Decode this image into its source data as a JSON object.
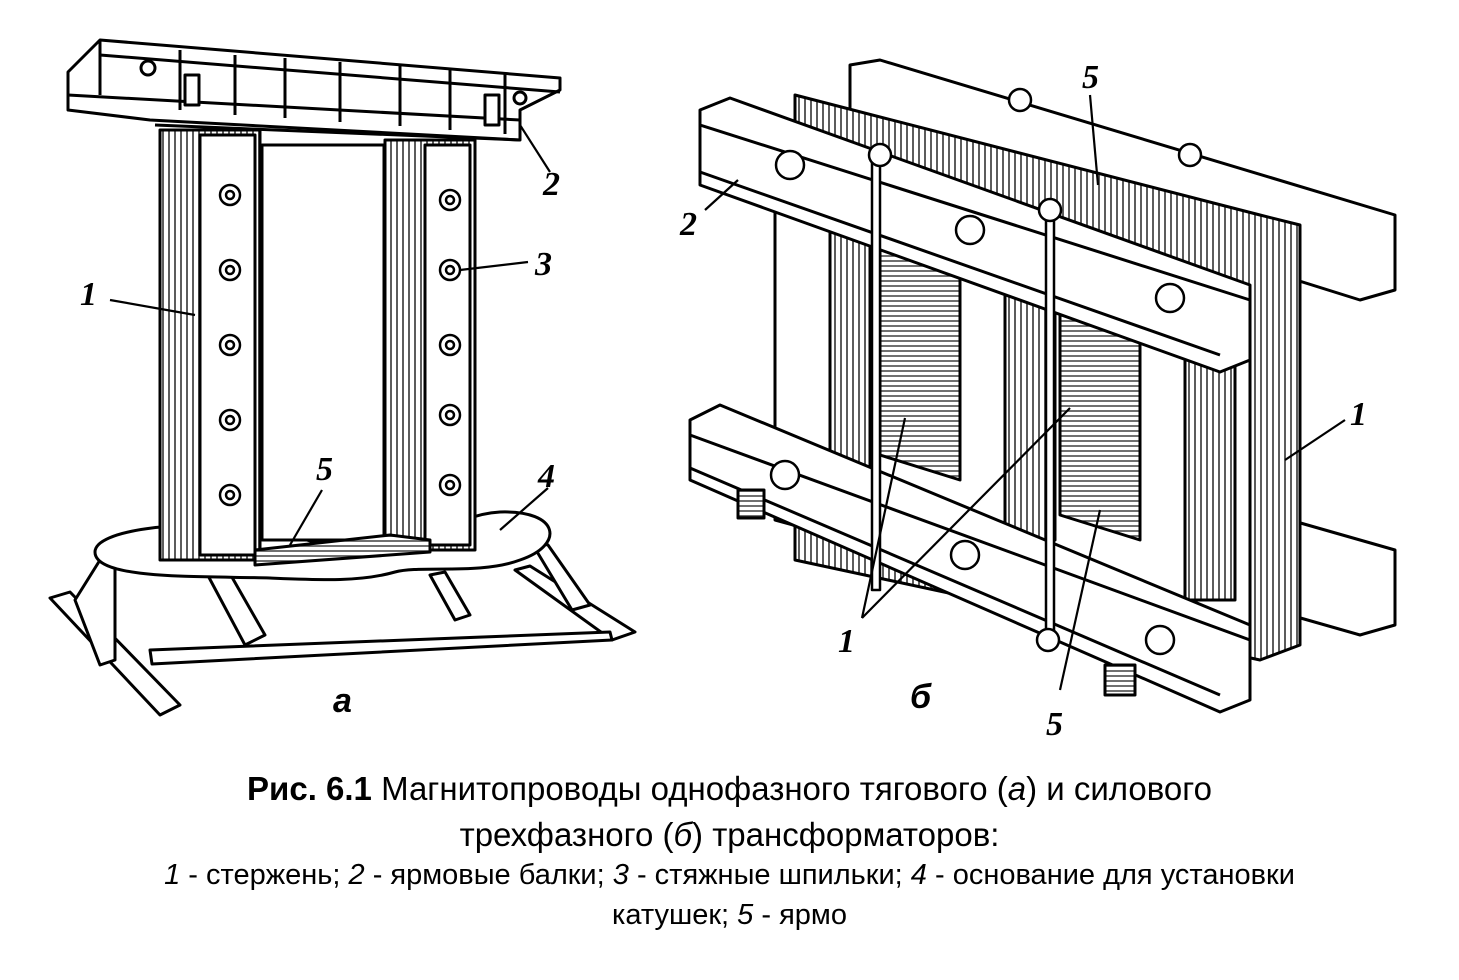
{
  "figure": {
    "panel_a": {
      "label": "а",
      "callouts": [
        "1",
        "2",
        "3",
        "4",
        "5"
      ]
    },
    "panel_b": {
      "label": "б",
      "callouts": [
        "5",
        "2",
        "1",
        "1",
        "5"
      ]
    }
  },
  "caption": {
    "fig_number": "Рис. 6.1",
    "title_part1": " Магнитопроводы однофазного тягового (",
    "title_a": "а",
    "title_part2": ") и силового",
    "title_line2_part1": "трехфазного (",
    "title_b": "б",
    "title_line2_part2": ") трансформаторов:",
    "legend": [
      {
        "n": "1",
        "text": " - стержень; "
      },
      {
        "n": "2",
        "text": " - ярмовые балки; "
      },
      {
        "n": "3",
        "text": " - стяжные шпильки; "
      },
      {
        "n": "4",
        "text": " - основание для установки"
      }
    ],
    "legend_line2_text": "катушек; ",
    "legend_line2_n": "5",
    "legend_line2_tail": " - ярмо"
  }
}
